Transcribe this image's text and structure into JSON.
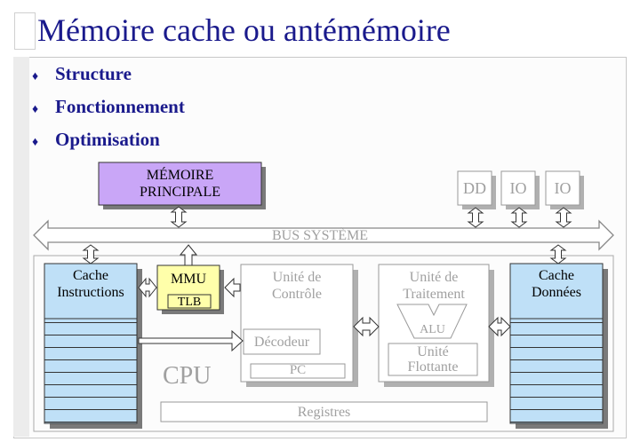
{
  "slide": {
    "title": "Mémoire cache ou antémémoire",
    "bullets": [
      "Structure",
      "Fonctionnement",
      "Optimisation"
    ],
    "bullet_glyph": "♦"
  },
  "diagram": {
    "main_memory": [
      "MÉMOIRE",
      "PRINCIPALE"
    ],
    "devices": [
      "DD",
      "IO",
      "IO"
    ],
    "bus": "BUS SYSTÈME",
    "cache_instructions": [
      "Cache",
      "Instructions"
    ],
    "cache_donnees": [
      "Cache",
      "Données"
    ],
    "mmu": "MMU",
    "tlb": "TLB",
    "control_unit": [
      "Unité de",
      "Contrôle"
    ],
    "decoder": "Décodeur",
    "pc": "PC",
    "processing_unit": [
      "Unité de",
      "Traitement"
    ],
    "alu": "ALU",
    "fpu": [
      "Unité",
      "Flottante"
    ],
    "cpu": "CPU",
    "registers": "Registres"
  },
  "colors": {
    "title": "#1a1a8c",
    "main_memory_fill": "#c9a6f7",
    "cache_fill": "#bfe0f7",
    "mmu_fill": "#ffffaa"
  }
}
